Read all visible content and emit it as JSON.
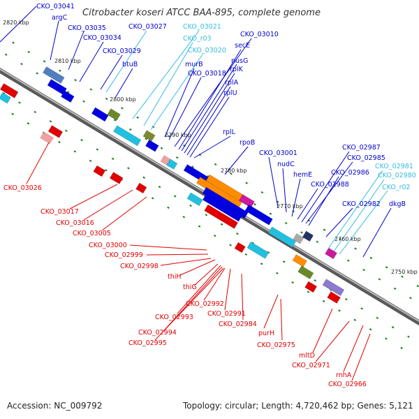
{
  "title": "Citrobacter koseri ATCC BAA-895, complete genome",
  "footer": {
    "accession": "Accession: NC_009792",
    "summary": "Topology: circular; Length: 4,720,462 bp; Genes: 5,121"
  },
  "colors": {
    "forward_cds": "#0000e0",
    "forward_other": "#22c0e0",
    "reverse_cds": "#e00000",
    "rrna": "#ff8c00",
    "backbone": "#7a7a7a",
    "ticks": "#1a7a1a"
  },
  "scale": {
    "unit": "kbp",
    "labels": [
      "2820 kbp",
      "2810 kbp",
      "2800 kbp",
      "2790 kbp",
      "2780 kbp",
      "2770 kbp",
      "2760 kbp",
      "2750 kbp"
    ]
  },
  "labels_top_blue": [
    "CKO_03041",
    "argC",
    "CKO_03035",
    "CKO_03034",
    "CKO_03027",
    "CKO_03029",
    "btuB",
    "murB",
    "CKO_03018",
    "CKO_03010",
    "secE",
    "nusG",
    "rplK",
    "rplA",
    "rplU",
    "rplL",
    "rpoB",
    "CKO_03001",
    "nudC",
    "hemE",
    "CKO_02988",
    "CKO_02987",
    "CKO_02985",
    "CKO_02986",
    "CKO_02982",
    "dkgB"
  ],
  "labels_top_cyan": [
    "CKO_03021",
    "CKO_r03",
    "CKO_03020",
    "CKO_02981",
    "CKO_02980",
    "CKO_r02"
  ],
  "labels_bottom_red": [
    "CKO_03026",
    "CKO_03017",
    "CKO_03016",
    "CKO_03005",
    "CKO_03000",
    "CKO_02999",
    "CKO_02998",
    "thiH",
    "thiG",
    "CKO_02992",
    "CKO_02993",
    "CKO_02994",
    "CKO_02995",
    "CKO_02991",
    "CKO_02984",
    "purH",
    "CKO_02975",
    "mltD",
    "CKO_02971",
    "rnhA",
    "CKO_02966"
  ]
}
